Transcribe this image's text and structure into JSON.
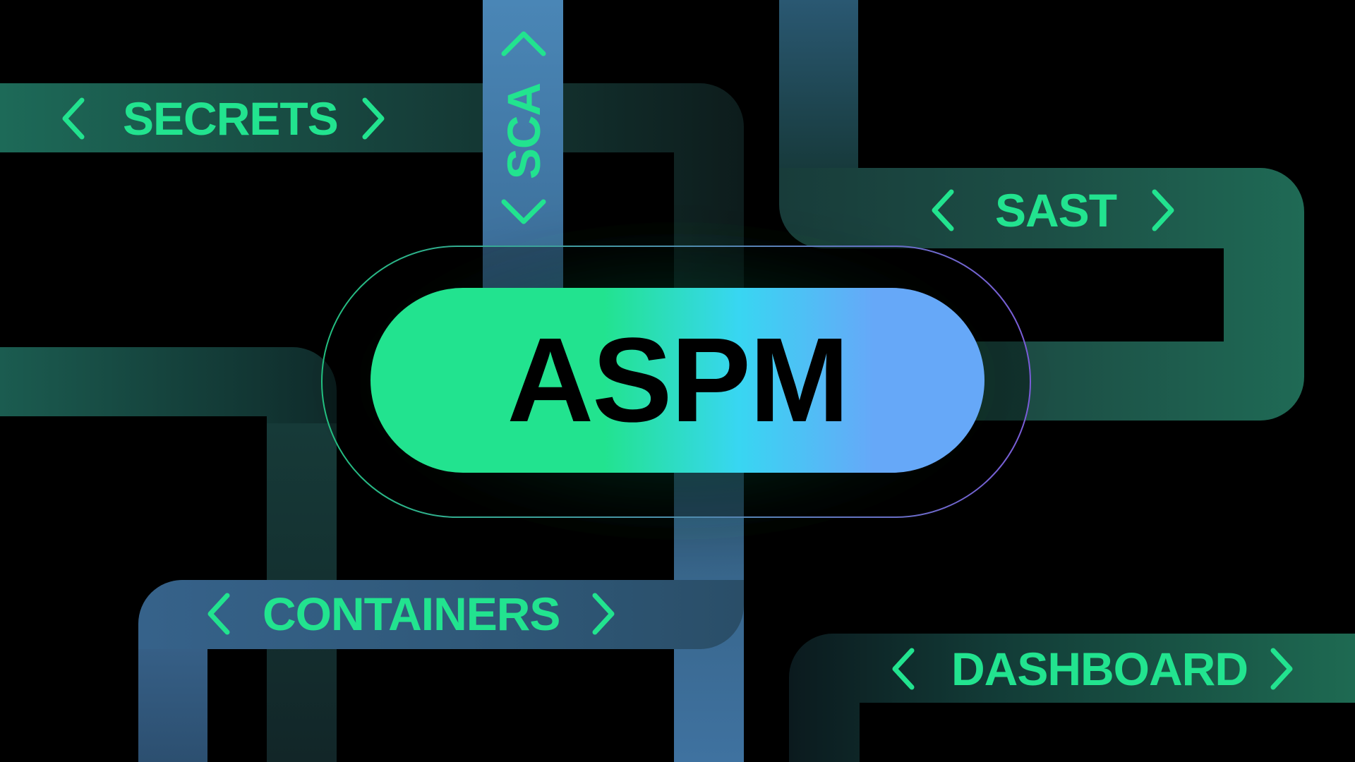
{
  "hub": {
    "label": "ASPM"
  },
  "paths": {
    "secrets": "SECRETS",
    "sca": "SCA",
    "sast": "SAST",
    "containers": "CONTAINERS",
    "dashboard": "DASHBOARD"
  },
  "colors": {
    "background": "#000000",
    "label_green": "#22e38f",
    "teal_path": "#1e5f52",
    "blue_path": "#3f6f9e",
    "hub_gradient": [
      "#22e38f",
      "#38d6f2",
      "#66a8f8"
    ]
  },
  "icons": [
    "chevron-left-icon",
    "chevron-right-icon",
    "chevron-up-icon",
    "chevron-down-icon"
  ]
}
